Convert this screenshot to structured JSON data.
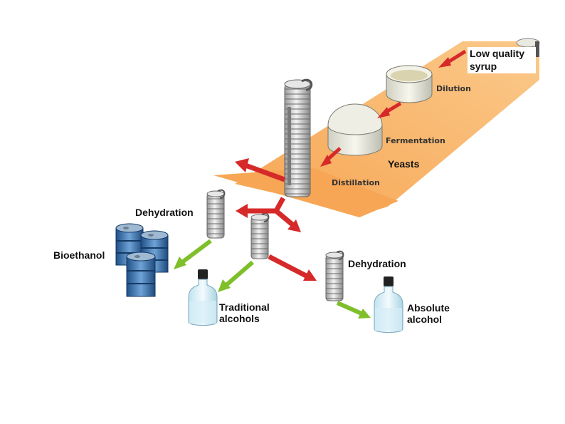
{
  "labels": {
    "low_quality_syrup": "Low quality syrup",
    "dilution": "Dilution",
    "fermentation": "Fermentation",
    "yeasts": "Yeasts",
    "distillation": "Distillation",
    "dehydration_top": "Dehydration",
    "dehydration_bottom": "Dehydration",
    "bioethanol": "Bioethanol",
    "traditional_alcohols": "Traditional alcohols",
    "absolute_alcohol": "Absolute alcohol"
  },
  "colors": {
    "background": "#ffffff",
    "process_band": "#f9b56c",
    "process_arrow": "#d62a2a",
    "product_arrow": "#7fbf2a",
    "barrel": "#3f7fbf",
    "bottle_liquid": "#d7eef6",
    "column": "#c8c8c8"
  },
  "icons": [
    "tank-icon",
    "distillation-column-icon",
    "dehydration-column-icon",
    "barrel-icon",
    "bottle-icon"
  ]
}
